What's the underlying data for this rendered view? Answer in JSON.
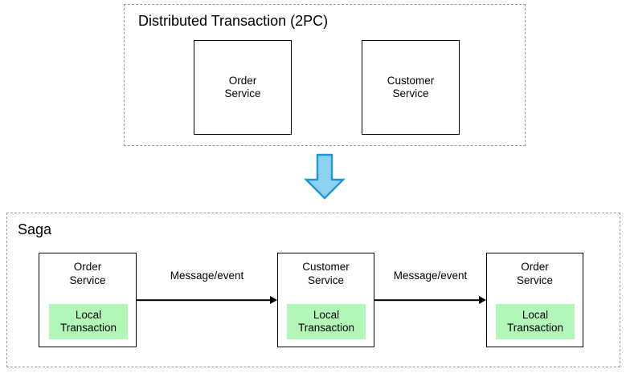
{
  "diagram": {
    "title_top": "Distributed Transaction (2PC)",
    "title_bottom": "Saga",
    "colors": {
      "local_transaction_fill": "#b3f7b8",
      "arrow_fill": "#8ed2f2",
      "arrow_stroke": "#2196d6",
      "box_stroke": "#000000",
      "group_stroke": "#9a9a9a"
    }
  },
  "top_section": {
    "title": "Distributed Transaction (2PC)",
    "services": [
      {
        "label": "Order\nService"
      },
      {
        "label": "Customer\nService"
      }
    ]
  },
  "transition": {
    "arrow_name": "down-arrow",
    "direction": "down"
  },
  "saga_section": {
    "title": "Saga",
    "services": [
      {
        "label": "Order\nService",
        "local_transaction": "Local\nTransaction"
      },
      {
        "label": "Customer\nService",
        "local_transaction": "Local\nTransaction"
      },
      {
        "label": "Order\nService",
        "local_transaction": "Local\nTransaction"
      }
    ],
    "connectors": [
      {
        "label": "Message/event"
      },
      {
        "label": "Message/event"
      }
    ]
  }
}
